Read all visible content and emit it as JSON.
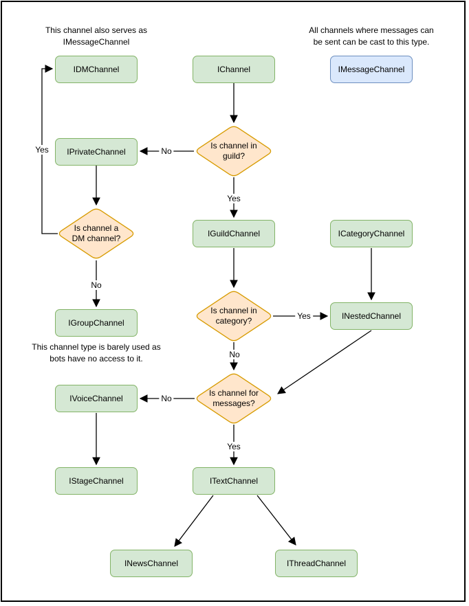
{
  "colors": {
    "node_fill": "#d5e8d4",
    "node_border": "#82b366",
    "decision_fill": "#ffe6cc",
    "decision_border": "#d79b00",
    "highlight_fill": "#dae8fc",
    "highlight_border": "#6c8ebf",
    "line": "#000000",
    "background": "#ffffff"
  },
  "nodes": {
    "idm_channel": "IDMChannel",
    "i_channel": "IChannel",
    "imessage_channel": "IMessageChannel",
    "iprivate_channel": "IPrivateChannel",
    "iguild_channel": "IGuildChannel",
    "icategory_channel": "ICategoryChannel",
    "igroup_channel": "IGroupChannel",
    "inested_channel": "INestedChannel",
    "ivoice_channel": "IVoiceChannel",
    "istage_channel": "IStageChannel",
    "itext_channel": "ITextChannel",
    "inews_channel": "INewsChannel",
    "ithread_channel": "IThreadChannel"
  },
  "decisions": {
    "in_guild": "Is channel in guild?",
    "is_dm": "Is channel a DM channel?",
    "in_category": "Is channel in category?",
    "for_messages": "Is channel for messages?"
  },
  "annotations": {
    "idm_note": "This channel also serves as IMessageChannel",
    "imessage_note": "All channels where messages can be sent can be cast to this type.",
    "igroup_note": "This channel type is barely used as bots have no access to it."
  },
  "edge_labels": {
    "dm_yes": "Yes",
    "guild_no": "No",
    "guild_yes": "Yes",
    "category_yes": "Yes",
    "category_no": "No",
    "dm_no": "No",
    "messages_no": "No",
    "messages_yes": "Yes"
  }
}
